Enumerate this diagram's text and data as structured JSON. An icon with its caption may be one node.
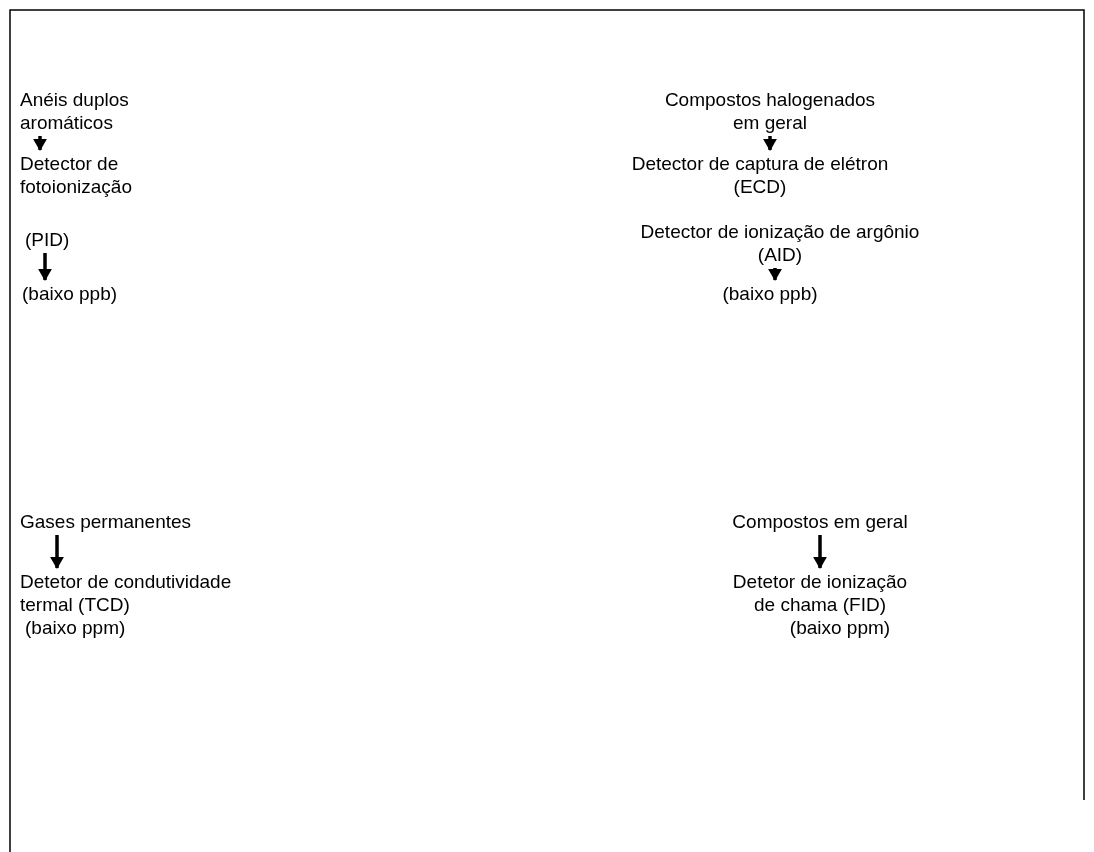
{
  "diagram": {
    "nodes": [
      {
        "text": [
          "Anéis duplos aromáticos"
        ]
      },
      {
        "text": [
          "Detector de fotoionização",
          "(PID)"
        ]
      },
      {
        "text": [
          "(baixo ppb)"
        ]
      },
      {
        "text": [
          "Compostos halogenados em geral"
        ]
      },
      {
        "text": [
          "Detector de captura de elétron (ECD)"
        ]
      },
      {
        "text": [
          "Detector de ionização de argônio (AID)"
        ]
      },
      {
        "text": [
          "(baixo ppb)"
        ]
      },
      {
        "text": [
          "Gases permanentes"
        ]
      },
      {
        "text": [
          "Detetor de condutividade termal (TCD)",
          "(baixo ppm)"
        ]
      },
      {
        "text": [
          "Compostos em geral"
        ]
      },
      {
        "text": [
          "Detetor de ionização de chama (FID)",
          "(baixo ppm)"
        ]
      }
    ],
    "edges": [
      {
        "from": 0,
        "to": 1,
        "arrow": "to"
      },
      {
        "from": 1,
        "to": 2,
        "arrow": "to"
      },
      {
        "from": 3,
        "to": 4,
        "arrow": "to"
      },
      {
        "from": 5,
        "to": 6,
        "arrow": "to"
      },
      {
        "from": 7,
        "to": 8,
        "arrow": "to"
      },
      {
        "from": 9,
        "to": 10,
        "arrow": "to"
      }
    ]
  }
}
